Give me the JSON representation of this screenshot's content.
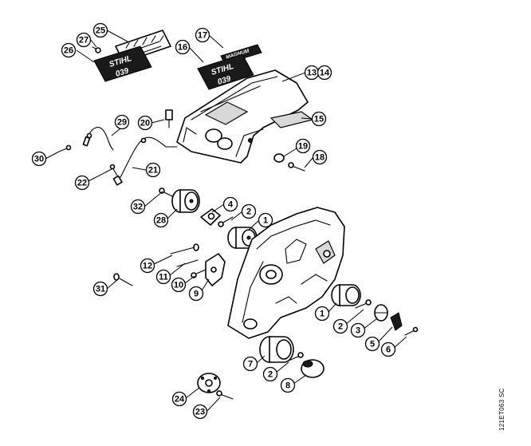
{
  "diagram": {
    "reference_code": "121ET063 SC",
    "decals": {
      "brand": "STIHL",
      "model": "039",
      "small_badge": "MAGNUM"
    },
    "callouts": [
      {
        "id": "c1a",
        "label": "1"
      },
      {
        "id": "c1b",
        "label": "1"
      },
      {
        "id": "c2a",
        "label": "2"
      },
      {
        "id": "c2b",
        "label": "2"
      },
      {
        "id": "c2c",
        "label": "2"
      },
      {
        "id": "c3",
        "label": "3"
      },
      {
        "id": "c4",
        "label": "4"
      },
      {
        "id": "c5",
        "label": "5"
      },
      {
        "id": "c6",
        "label": "6"
      },
      {
        "id": "c7",
        "label": "7"
      },
      {
        "id": "c8",
        "label": "8"
      },
      {
        "id": "c9",
        "label": "9"
      },
      {
        "id": "c10",
        "label": "10"
      },
      {
        "id": "c11",
        "label": "11"
      },
      {
        "id": "c12",
        "label": "12"
      },
      {
        "id": "c13",
        "label": "13"
      },
      {
        "id": "c14",
        "label": "14"
      },
      {
        "id": "c15",
        "label": "15"
      },
      {
        "id": "c16",
        "label": "16"
      },
      {
        "id": "c17",
        "label": "17"
      },
      {
        "id": "c18",
        "label": "18"
      },
      {
        "id": "c19",
        "label": "19"
      },
      {
        "id": "c20",
        "label": "20"
      },
      {
        "id": "c21",
        "label": "21"
      },
      {
        "id": "c22",
        "label": "22"
      },
      {
        "id": "c23",
        "label": "23"
      },
      {
        "id": "c24",
        "label": "24"
      },
      {
        "id": "c25",
        "label": "25"
      },
      {
        "id": "c26",
        "label": "26"
      },
      {
        "id": "c27",
        "label": "27"
      },
      {
        "id": "c28",
        "label": "28"
      },
      {
        "id": "c29",
        "label": "29"
      },
      {
        "id": "c30",
        "label": "30"
      },
      {
        "id": "c31",
        "label": "31"
      },
      {
        "id": "c32",
        "label": "32"
      }
    ]
  }
}
